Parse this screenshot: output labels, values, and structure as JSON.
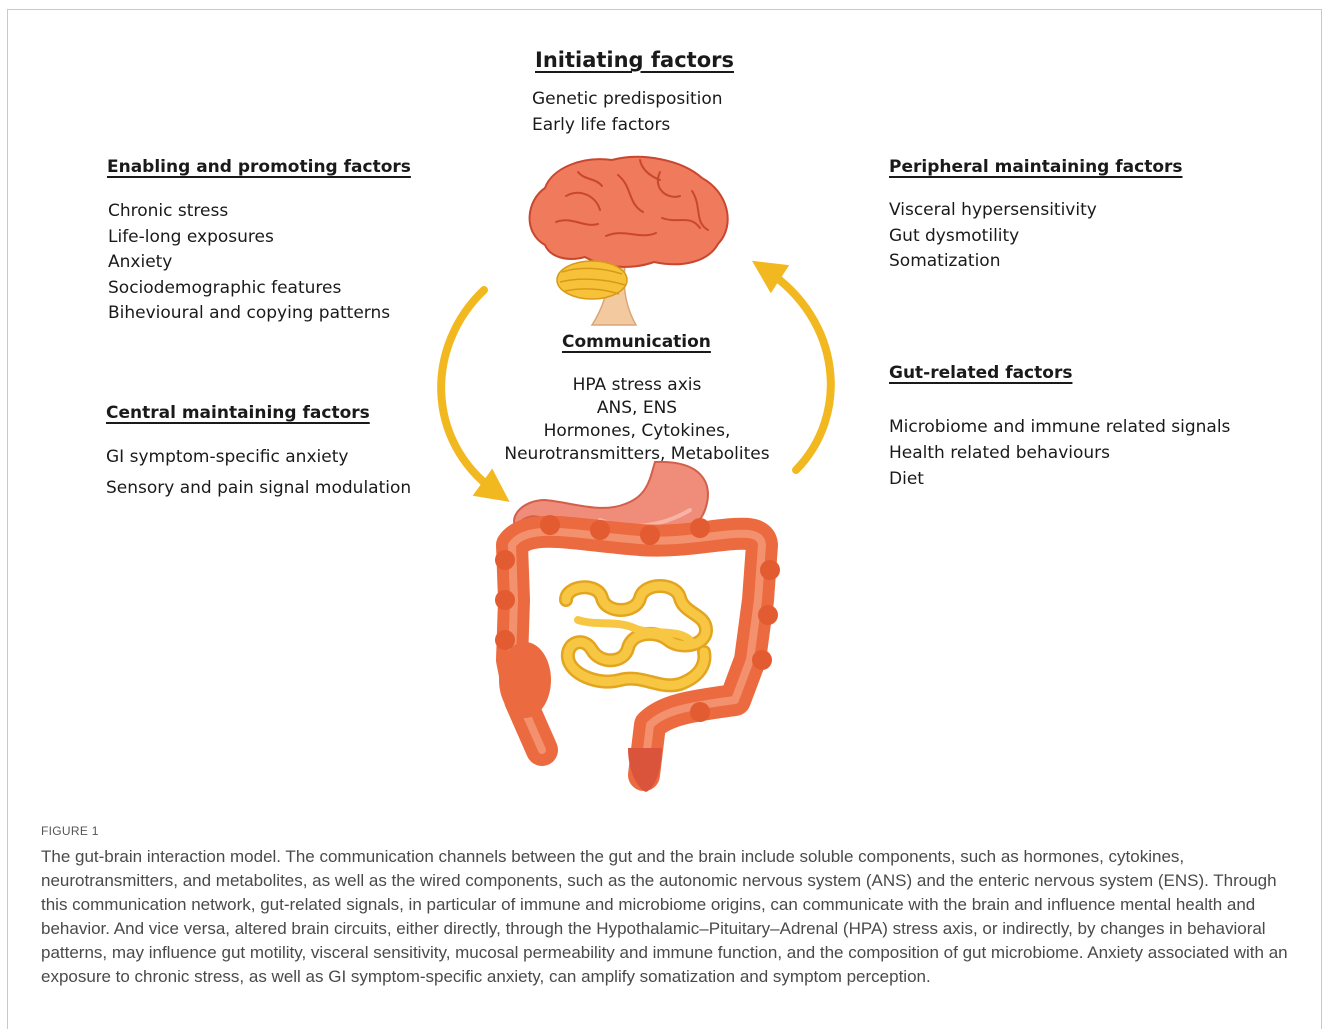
{
  "initiating": {
    "title": "Initiating factors",
    "items": [
      "Genetic predisposition",
      "Early life factors"
    ]
  },
  "enabling": {
    "title": "Enabling and promoting factors",
    "items": [
      "Chronic stress",
      "Life-long exposures",
      "Anxiety",
      "Sociodemographic features",
      "Bihevioural and copying patterns"
    ]
  },
  "central": {
    "title": "Central maintaining factors",
    "items": [
      "GI symptom-specific anxiety",
      "Sensory and pain signal modulation"
    ]
  },
  "peripheral": {
    "title": "Peripheral maintaining factors",
    "items": [
      "Visceral hypersensitivity",
      "Gut dysmotility",
      "Somatization"
    ]
  },
  "gut_related": {
    "title": "Gut-related factors",
    "items": [
      "Microbiome and immune related signals",
      "Health related behaviours",
      "Diet"
    ]
  },
  "communication": {
    "title": "Communication",
    "items": [
      "HPA stress axis",
      "ANS, ENS",
      "Hormones, Cytokines,",
      "Neurotransmitters, Metabolites"
    ]
  },
  "figure": {
    "label": "FIGURE 1",
    "caption": "The gut-brain interaction model. The communication channels between the gut and the brain include soluble components, such as hormones, cytokines, neurotransmitters, and metabolites, as well as the wired components, such as the autonomic nervous system (ANS) and the enteric nervous system (ENS). Through this communication network, gut-related signals, in particular of immune and microbiome origins, can communicate with the brain and influence mental health and behavior. And vice versa, altered brain circuits, either directly, through the Hypothalamic–Pituitary–Adrenal (HPA) stress axis, or indirectly, by changes in behavioral patterns, may influence gut motility, visceral sensitivity, mucosal permeability and immune function, and the composition of gut microbiome. Anxiety associated with an exposure to chronic stress, as well as GI symptom-specific anxiety, can amplify somatization and symptom perception."
  },
  "colors": {
    "brain": "#f07a5c",
    "brain_fold": "#c9472f",
    "cerebellum": "#f7c23a",
    "stem": "#f3c9a0",
    "arrow": "#f2b81f",
    "colon": "#ec6a3f",
    "colon_inner": "#f59b7a",
    "small_intestine": "#f7c642",
    "stomach": "#f08c7a"
  },
  "icons": [
    "brain-icon",
    "digestive-system-icon",
    "arrow-icon"
  ]
}
